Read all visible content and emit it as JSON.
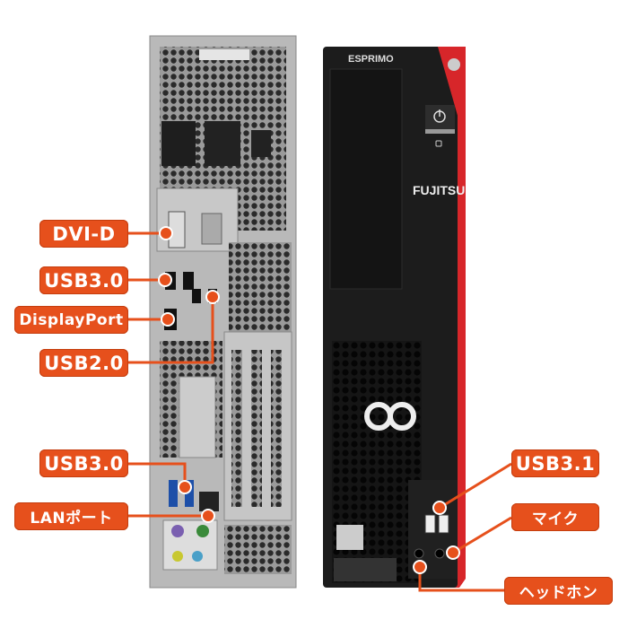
{
  "colors": {
    "callout": "#e6501c",
    "front_panel": "#1c1c1c",
    "accent_red": "#d7262a",
    "chassis": "#b9b9b9"
  },
  "callouts": {
    "dvi_d": "DVI-D",
    "usb30_top": "USB3.0",
    "displayport": "DisplayPort",
    "usb20": "USB2.0",
    "usb30_bottom": "USB3.0",
    "lan_port": "LANポート",
    "usb31": "USB3.1",
    "mic": "マイク",
    "headphone": "ヘッドホン"
  },
  "front": {
    "brand_model": "ESPRIMO",
    "brand": "FUJITSU"
  },
  "icons": [
    "power-icon",
    "lock-icon",
    "usb-icon",
    "microphone-icon",
    "fujitsu-infinity-logo",
    "intel-badge"
  ]
}
